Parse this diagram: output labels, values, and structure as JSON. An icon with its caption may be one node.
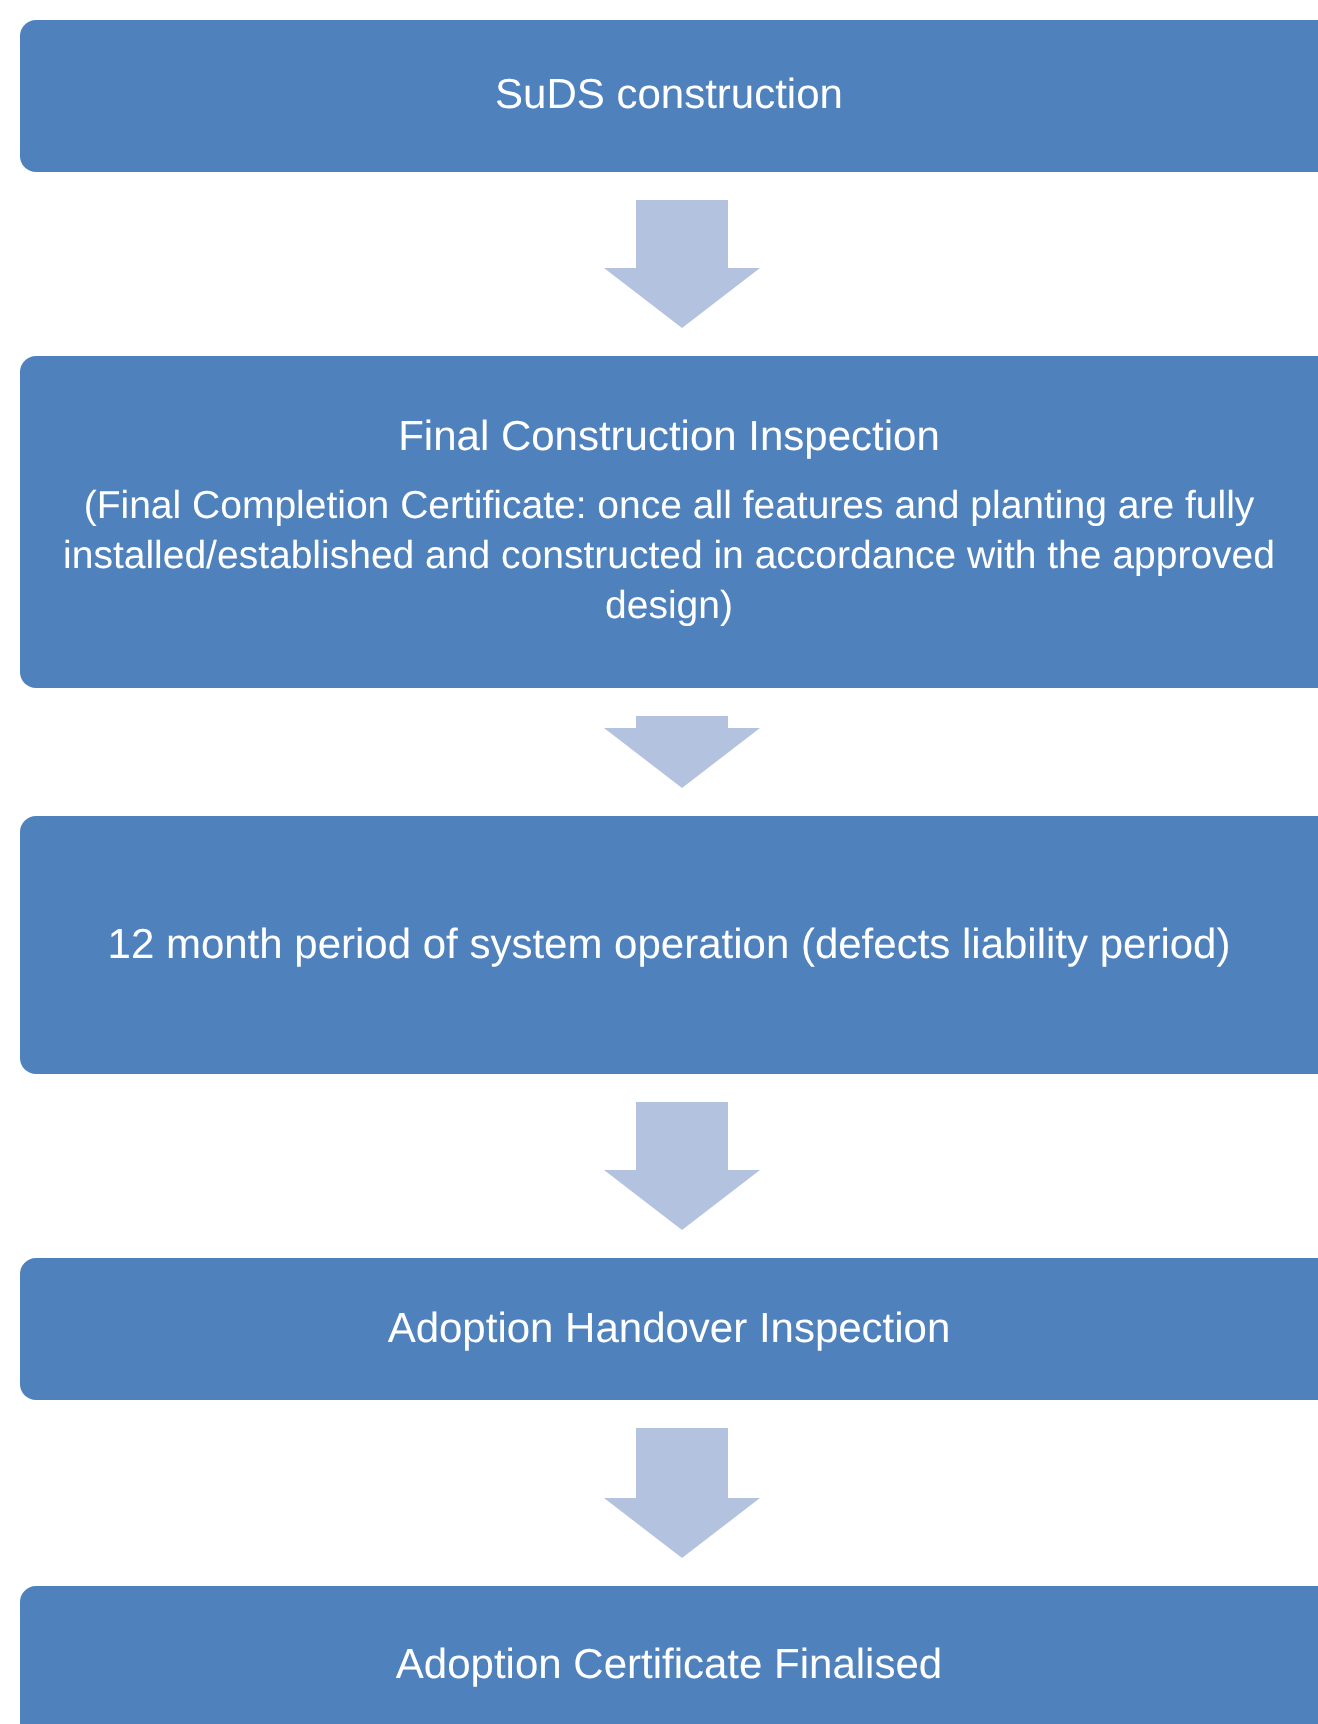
{
  "diagram": {
    "nodes": [
      {
        "text": [
          "SuDS construction"
        ]
      },
      {
        "text": [
          "Final Construction Inspection",
          "(Final Completion Certificate: once all features and planting are fully installed/established and constructed in accordance with the approved design)"
        ]
      },
      {
        "text": [
          "12 month period of system operation (defects liability period)"
        ]
      },
      {
        "text": [
          "Adoption Handover Inspection"
        ]
      },
      {
        "text": [
          "Adoption Certificate Finalised"
        ]
      }
    ],
    "edges": [
      {
        "from": 0,
        "to": 1,
        "arrow": "to"
      },
      {
        "from": 1,
        "to": 2,
        "arrow": "to"
      },
      {
        "from": 2,
        "to": 3,
        "arrow": "to"
      },
      {
        "from": 3,
        "to": 4,
        "arrow": "to"
      }
    ]
  }
}
